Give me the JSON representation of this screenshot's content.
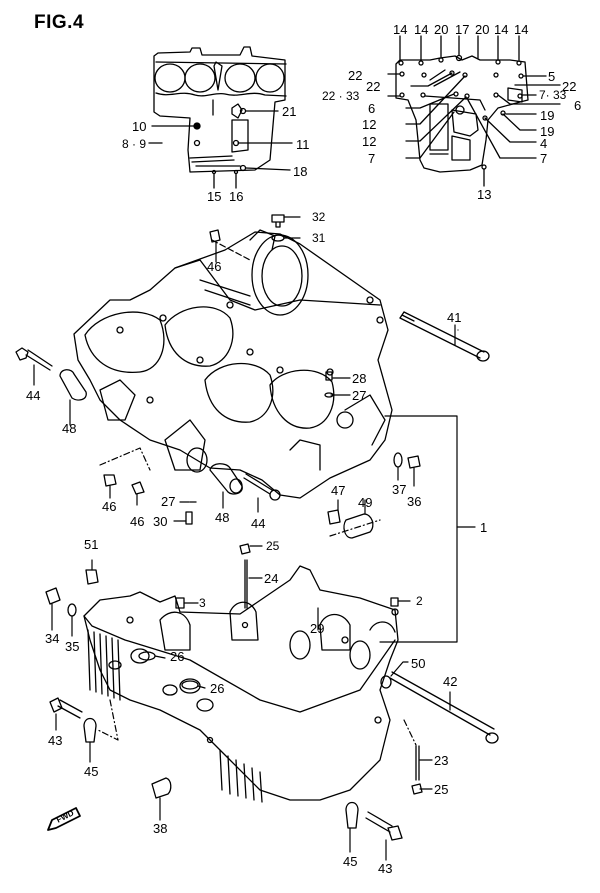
{
  "figure": {
    "title": "FIG.4",
    "subject": "crankcase",
    "direction_marker": "FWD"
  },
  "insets": {
    "upper_case_inset": {
      "callouts": [
        "10",
        "8 · 9",
        "21",
        "11",
        "18",
        "15",
        "16"
      ]
    },
    "lower_case_inset": {
      "callouts": [
        "14",
        "14",
        "20",
        "17",
        "20",
        "14",
        "14",
        "22",
        "22",
        "22 · 33",
        "6",
        "12",
        "12",
        "7",
        "5",
        "22",
        "7 · 33",
        "6",
        "19",
        "19",
        "4",
        "7",
        "13"
      ]
    }
  },
  "callouts": {
    "c1": "1",
    "c2": "2",
    "c3": "3",
    "c10": "10",
    "c89": "8 · 9",
    "c21": "21",
    "c11": "11",
    "c18": "18",
    "c15": "15",
    "c16": "16",
    "t14a": "14",
    "t14b": "14",
    "t20a": "20",
    "t17": "17",
    "t20b": "20",
    "t14c": "14",
    "t14d": "14",
    "t22a": "22",
    "t22b": "22",
    "t2233": "22 · 33",
    "t6a": "6",
    "t12a": "12",
    "t12b": "12",
    "t7a": "7",
    "t5": "5",
    "t22c": "22",
    "t733": "7· 33",
    "t6b": "6",
    "t19a": "19",
    "t19b": "19",
    "t4": "4",
    "t7b": "7",
    "t13": "13",
    "c32": "32",
    "c31": "31",
    "c46a": "46",
    "c41": "41",
    "c44a": "44",
    "c48a": "48",
    "c28": "28",
    "c27a": "27",
    "c46b": "46",
    "c46c": "46",
    "c27b": "27",
    "c30": "30",
    "c48b": "48",
    "c44b": "44",
    "c47": "47",
    "c49": "49",
    "c37": "37",
    "c36": "36",
    "c25a": "25",
    "c24": "24",
    "c51": "51",
    "c34": "34",
    "c35": "35",
    "c26a": "26",
    "c26b": "26",
    "c29": "29",
    "c50": "50",
    "c42": "42",
    "c43a": "43",
    "c45a": "45",
    "c38": "38",
    "c23": "23",
    "c25b": "25",
    "c45b": "45",
    "c43b": "43"
  }
}
